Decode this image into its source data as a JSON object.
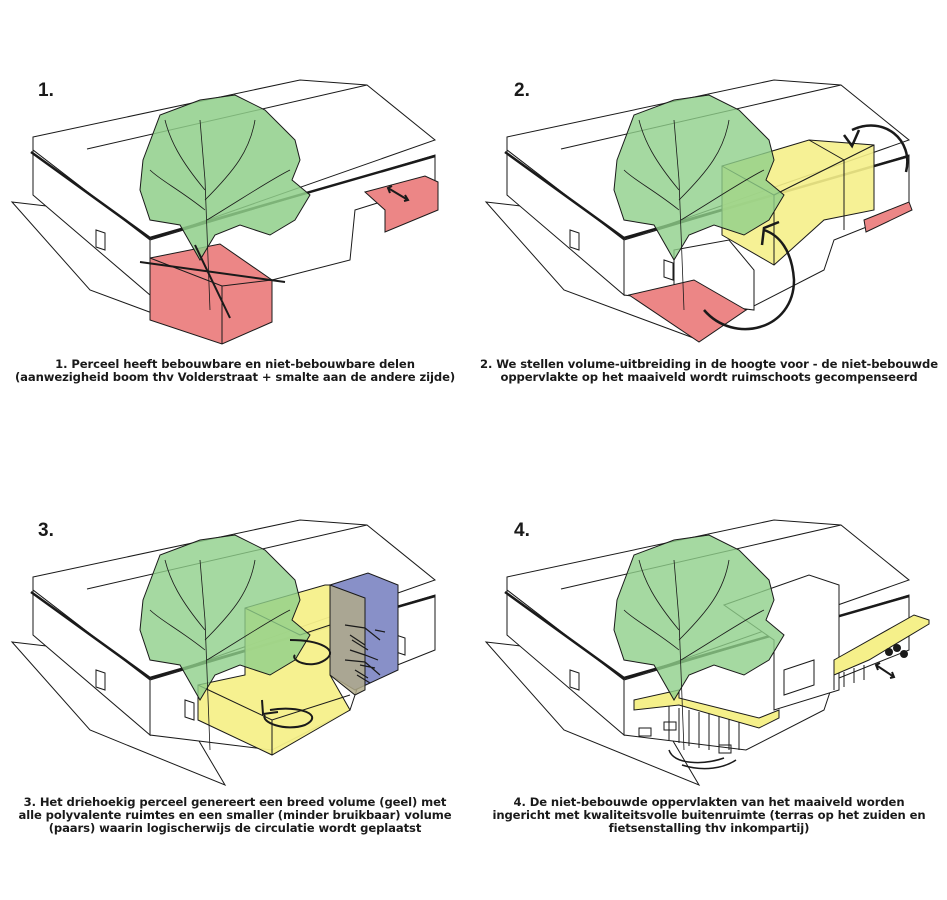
{
  "colors": {
    "tree": "#8fcf8a",
    "unbuildable_red": "#ec8686",
    "wide_volume_yellow": "#f5f08a",
    "circulation_purple": "#8890c8",
    "outline": "#1a1a1a"
  },
  "panels": [
    {
      "number": "1.",
      "caption_lines": [
        "1. Perceel heeft bebouwbare en niet-bebouwbare delen",
        "(aanwezigheid boom thv Volderstraat + smalte aan de andere zijde)"
      ]
    },
    {
      "number": "2.",
      "caption_lines": [
        "2. We stellen volume-uitbreiding in de hoogte voor - de niet-bebouwde",
        "oppervlakte op het maaiveld wordt ruimschoots gecompenseerd"
      ]
    },
    {
      "number": "3.",
      "caption_lines": [
        "3. Het driehoekig perceel genereert een breed volume (geel) met",
        "alle polyvalente ruimtes en een smaller (minder bruikbaar) volume",
        "(paars) waarin logischerwijs de circulatie wordt geplaatst"
      ]
    },
    {
      "number": "4.",
      "caption_lines": [
        "4. De niet-bebouwde oppervlakten van het maaiveld worden",
        "ingericht met kwaliteitsvolle buitenruimte (terras op het zuiden en",
        "fietsenstalling thv inkompartij)"
      ]
    }
  ]
}
